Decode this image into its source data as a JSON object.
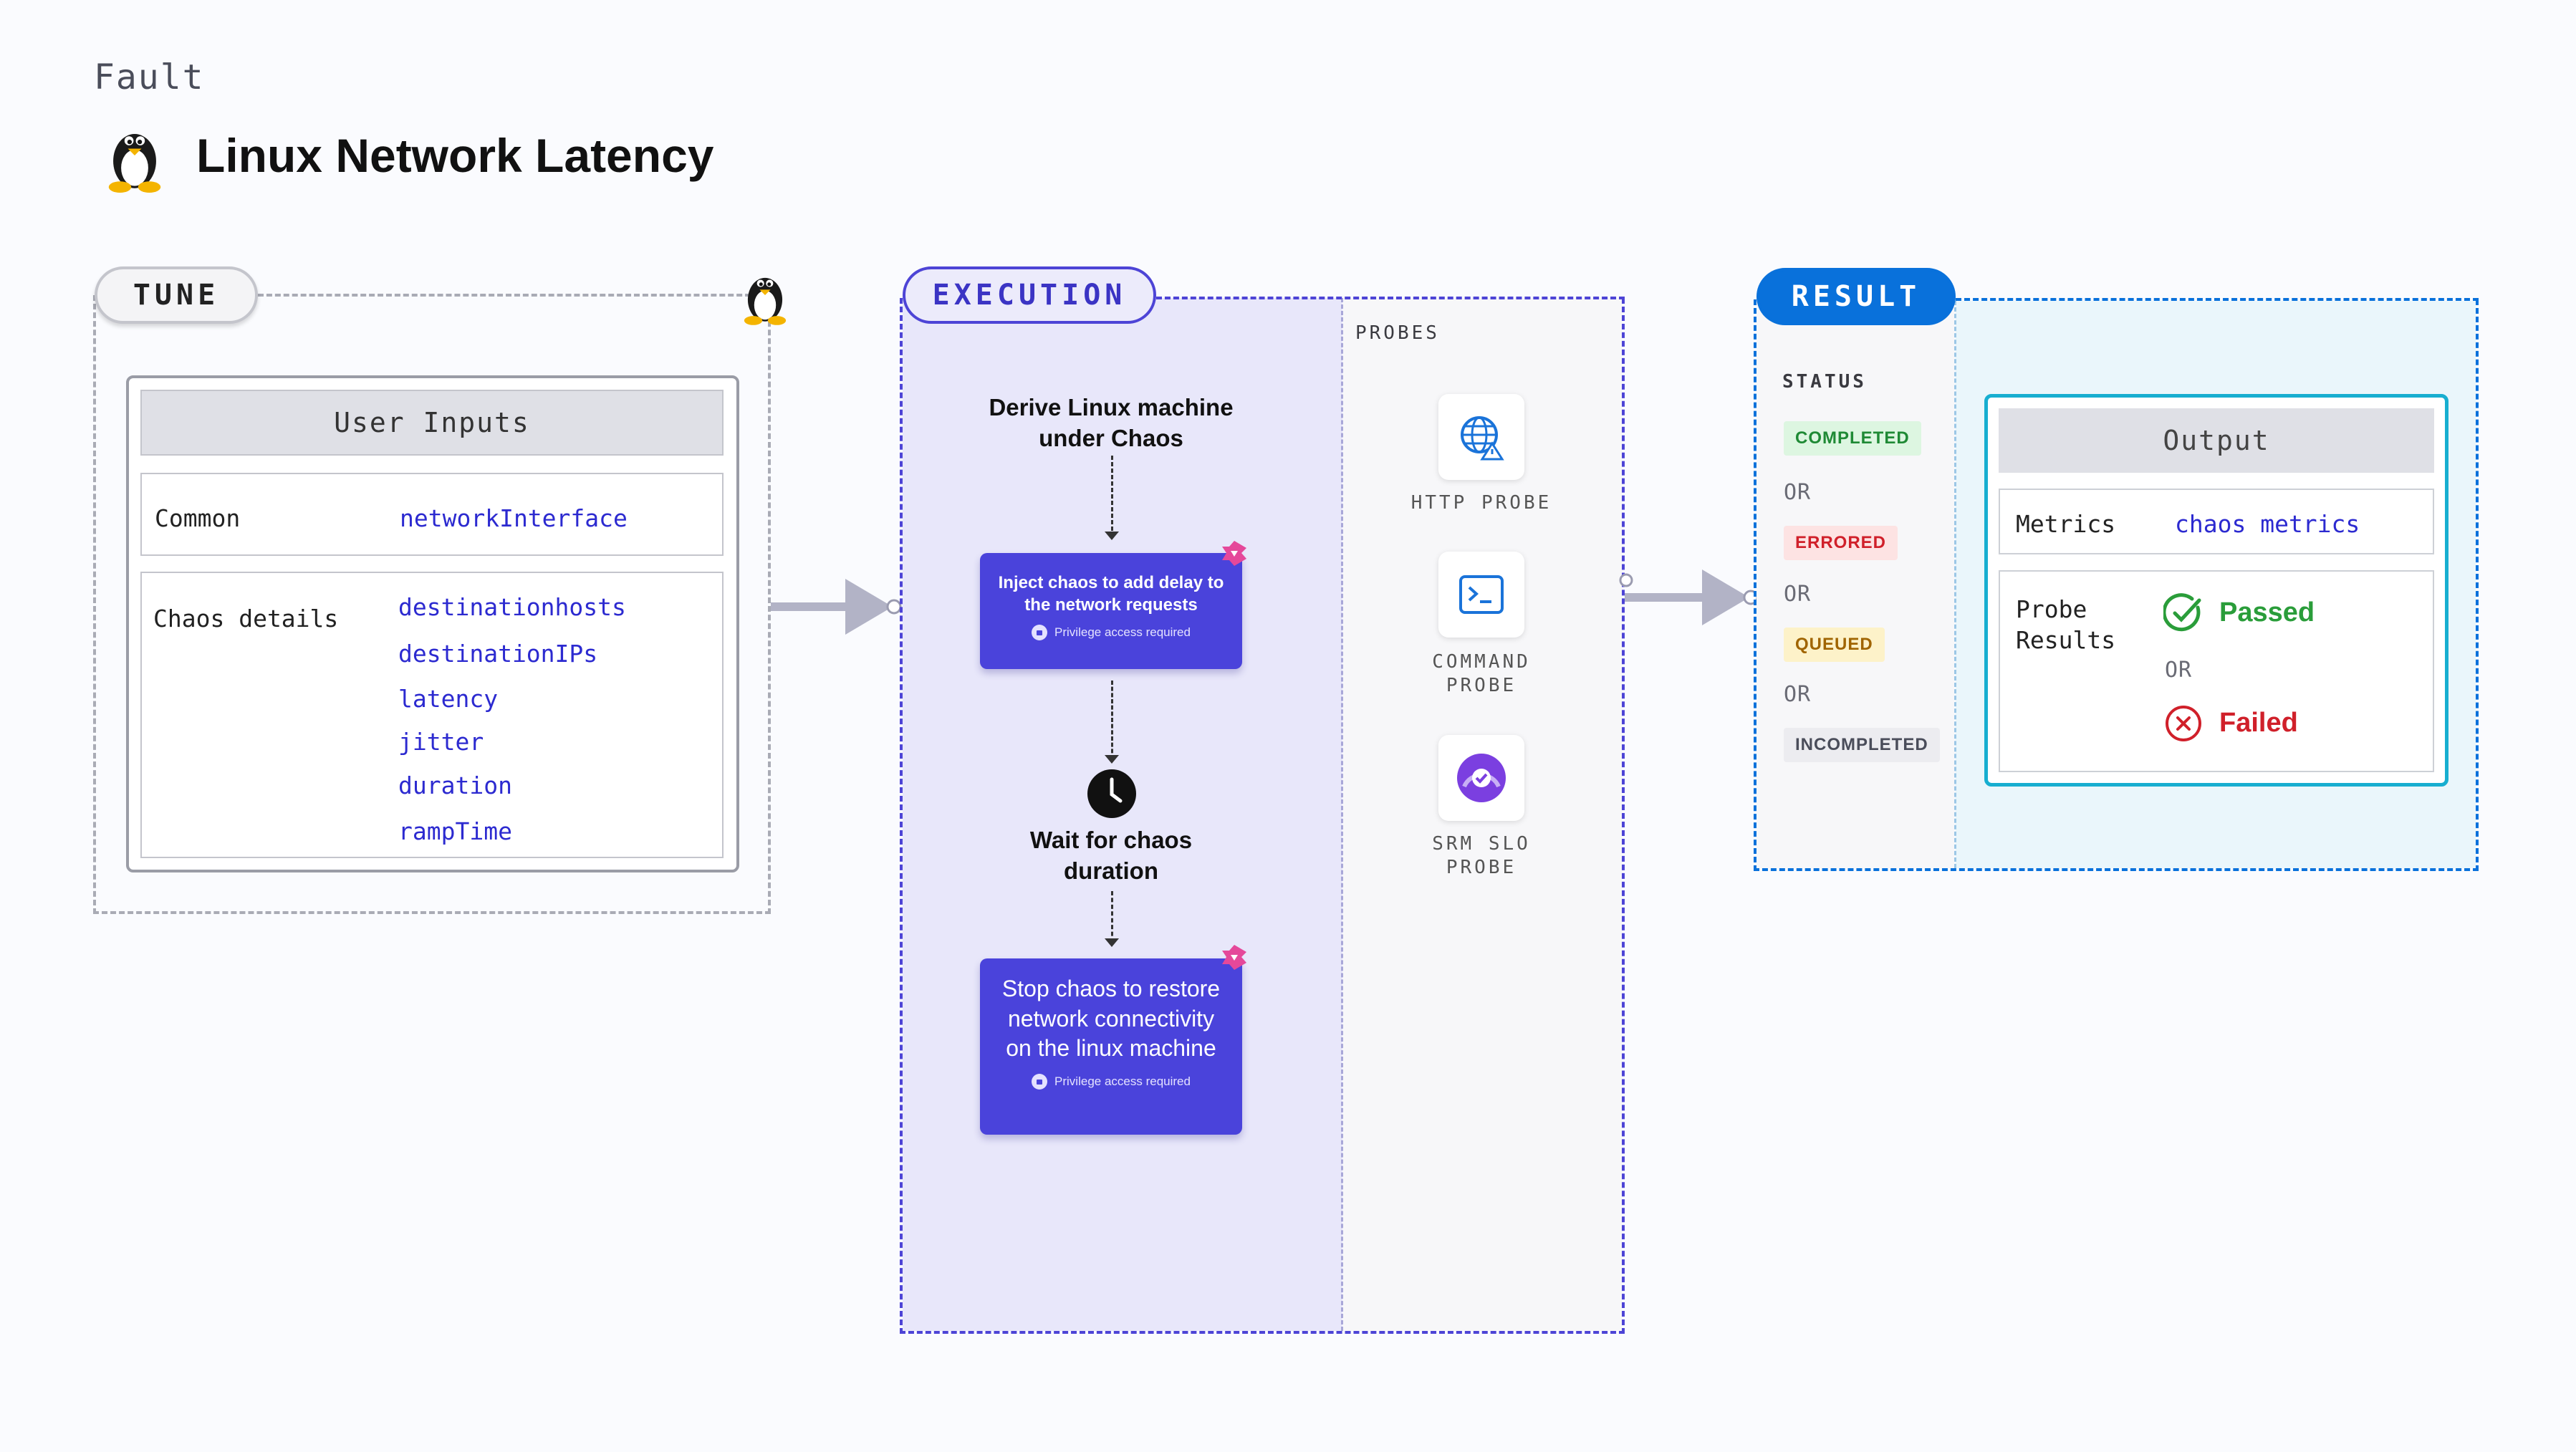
{
  "header": {
    "kicker": "Fault",
    "title": "Linux Network Latency"
  },
  "tune": {
    "pill": "TUNE",
    "user_inputs_title": "User Inputs",
    "common_label": "Common",
    "common_params": [
      "networkInterface"
    ],
    "chaos_label": "Chaos details",
    "chaos_params": [
      "destinationhosts",
      "destinationIPs",
      "latency",
      "jitter",
      "duration",
      "rampTime"
    ]
  },
  "execution": {
    "pill": "EXECUTION",
    "step1": "Derive Linux machine under Chaos",
    "card1": "Inject chaos to add delay to the network requests",
    "privilege_note": "Privilege access required",
    "step2": "Wait for chaos duration",
    "card2": "Stop chaos to restore network connectivity on the linux machine",
    "probes_title": "PROBES",
    "probes": [
      "HTTP PROBE",
      "COMMAND PROBE",
      "SRM SLO PROBE"
    ]
  },
  "result": {
    "pill": "RESULT",
    "status_title": "STATUS",
    "statuses": [
      "COMPLETED",
      "ERRORED",
      "QUEUED",
      "INCOMPLETED"
    ],
    "or_text": "OR",
    "output_title": "Output",
    "metrics_label": "Metrics",
    "metrics_value": "chaos metrics",
    "probe_results_label": "Probe Results",
    "passed": "Passed",
    "failed": "Failed"
  },
  "colors": {
    "execution_accent": "#4d44d6",
    "result_accent": "#0971db",
    "output_border": "#17aed0",
    "completed_bg": "#ddf6e1",
    "completed_fg": "#1f8a35",
    "errored_bg": "#fde3e3",
    "errored_fg": "#d0202a",
    "queued_bg": "#fdf2c9",
    "queued_fg": "#a06400",
    "incompleted_bg": "#ececf0",
    "incompleted_fg": "#4a4d5a"
  },
  "icons": [
    "linux-penguin-icon",
    "http-globe-icon",
    "command-terminal-icon",
    "srm-slo-icon",
    "clock-icon",
    "chaos-badge-icon",
    "lock-icon",
    "check-circle-icon",
    "x-circle-icon"
  ]
}
